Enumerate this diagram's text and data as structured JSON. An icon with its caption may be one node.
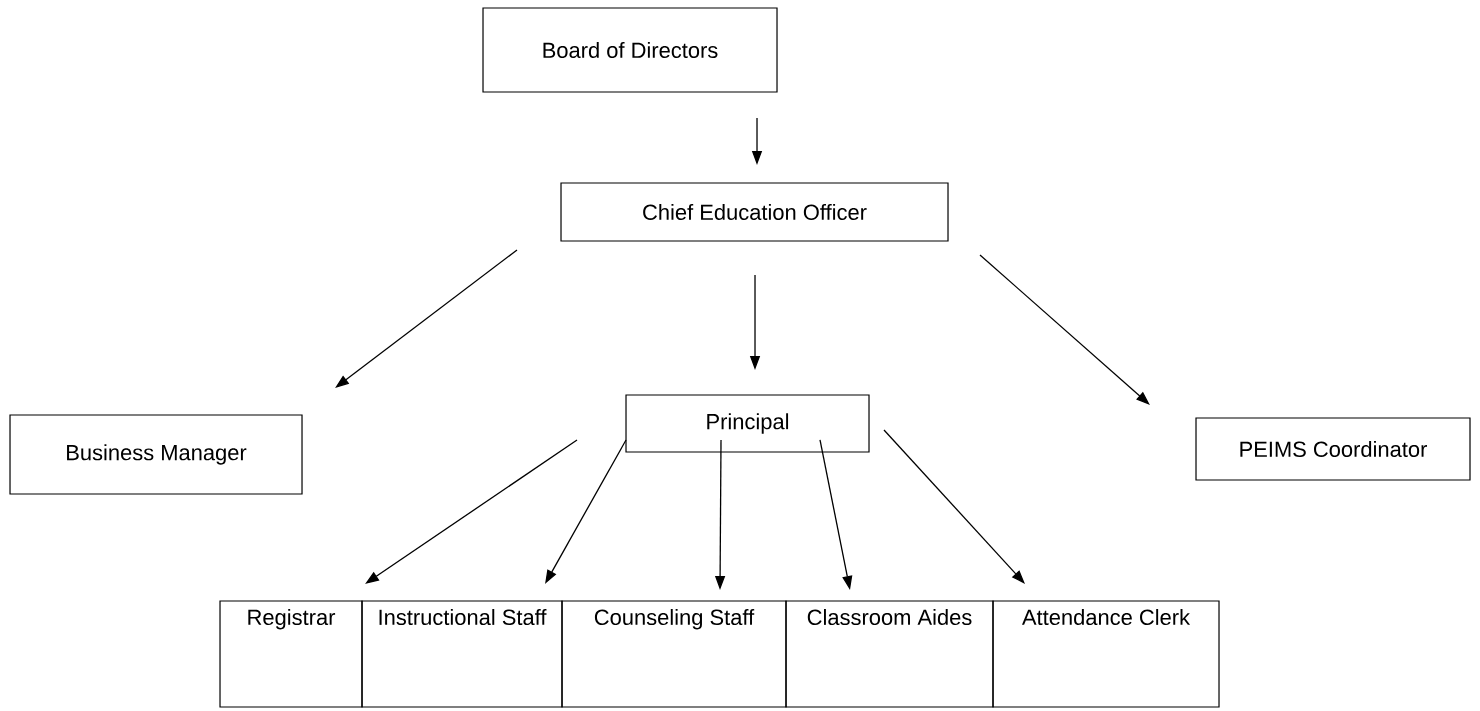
{
  "diagram": {
    "nodes": [
      {
        "text": [
          "Board of Directors"
        ]
      },
      {
        "text": [
          "Chief Education Officer"
        ]
      },
      {
        "text": [
          "Business Manager"
        ]
      },
      {
        "text": [
          "Principal"
        ]
      },
      {
        "text": [
          "PEIMS Coordinator"
        ]
      },
      {
        "text": [
          "Registrar"
        ]
      },
      {
        "text": [
          "Instructional Staff"
        ]
      },
      {
        "text": [
          "Counseling Staff"
        ]
      },
      {
        "text": [
          "Classroom Aides"
        ]
      },
      {
        "text": [
          "Attendance Clerk"
        ]
      }
    ],
    "edges": [
      {
        "from": 0,
        "to": 1,
        "arrow": "to"
      },
      {
        "from": 1,
        "to": 2,
        "arrow": "to"
      },
      {
        "from": 1,
        "to": 3,
        "arrow": "to"
      },
      {
        "from": 1,
        "to": 4,
        "arrow": "to"
      },
      {
        "from": 3,
        "to": 5,
        "arrow": "to"
      },
      {
        "from": 3,
        "to": 6,
        "arrow": "to"
      },
      {
        "from": 3,
        "to": 7,
        "arrow": "to"
      },
      {
        "from": 3,
        "to": 8,
        "arrow": "to"
      },
      {
        "from": 3,
        "to": 9,
        "arrow": "to"
      }
    ]
  }
}
